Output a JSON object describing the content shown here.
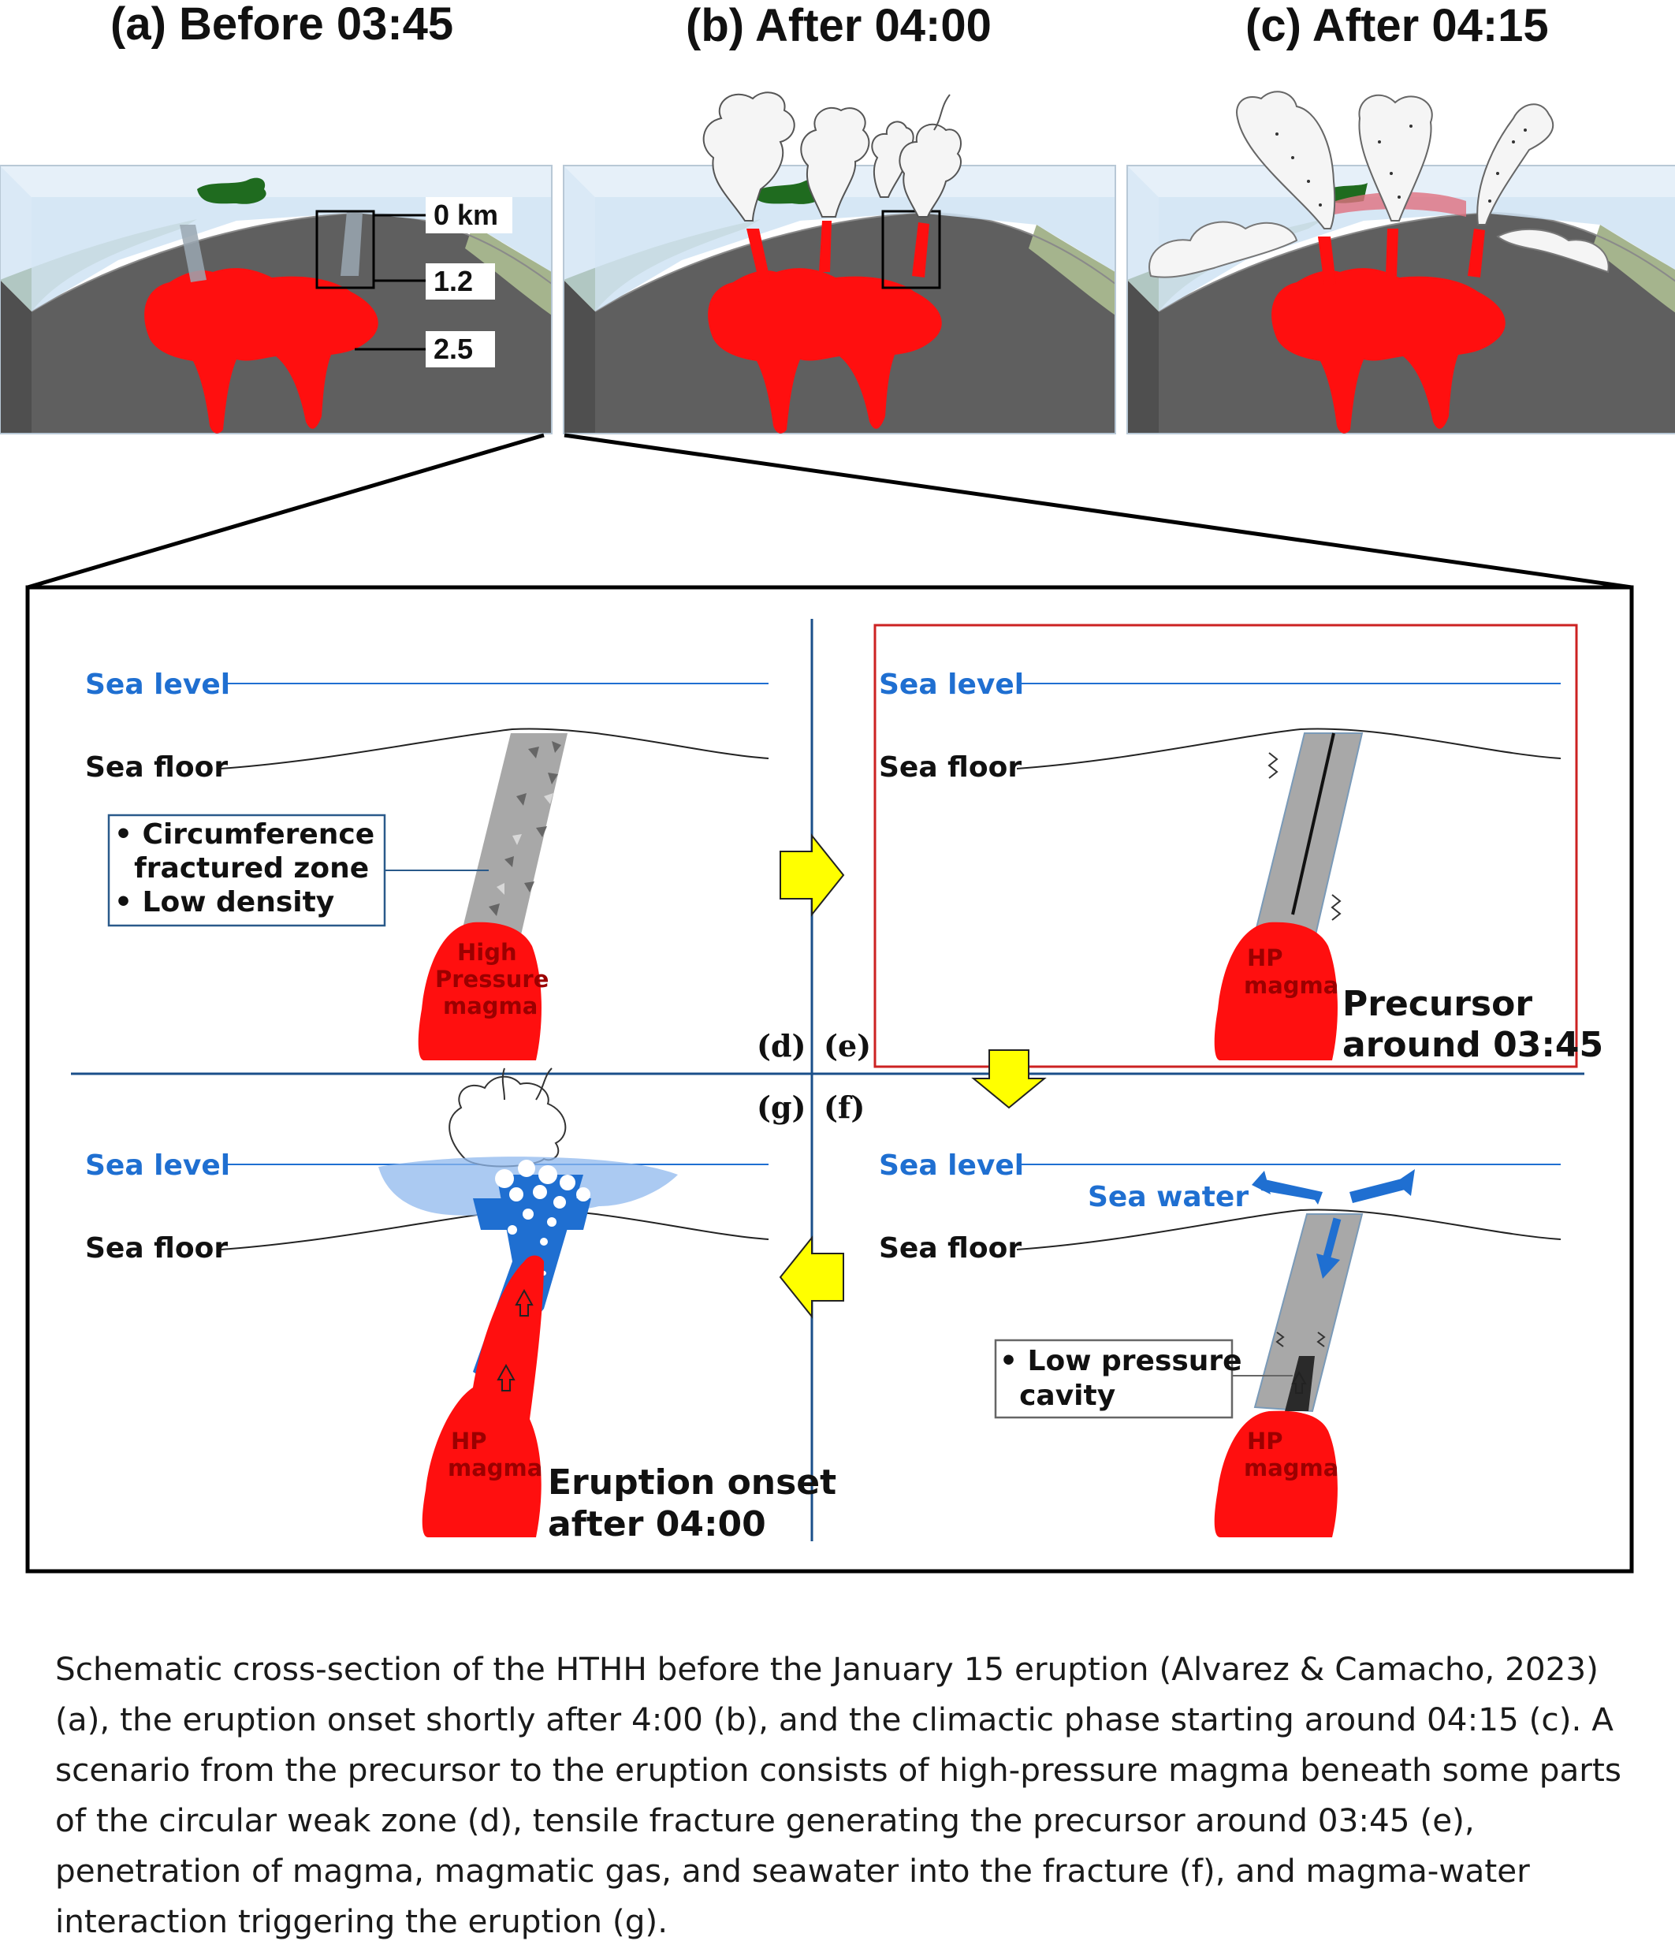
{
  "panels_top": {
    "a": {
      "label": "(a)",
      "title": "Before 03:45"
    },
    "b": {
      "label": "(b)",
      "title": "After 04:00"
    },
    "c": {
      "label": "(c)",
      "title": "After 04:15"
    }
  },
  "depth_labels": [
    "0 km",
    "1.2",
    "2.5"
  ],
  "d": {
    "tag": "(d)",
    "sea_level": "Sea level",
    "sea_floor": "Sea floor",
    "box_lines": [
      "• Circumference",
      "  fractured zone",
      "• Low density"
    ],
    "magma_lines": [
      "High",
      "Pressure",
      "magma"
    ]
  },
  "e": {
    "tag": "(e)",
    "sea_level": "Sea level",
    "sea_floor": "Sea floor",
    "magma_lines": [
      "HP",
      "magma"
    ],
    "note_lines": [
      "Precursor",
      "around 03:45"
    ]
  },
  "f": {
    "tag": "(f)",
    "sea_level": "Sea level",
    "sea_floor": "Sea floor",
    "sea_water": "Sea water",
    "box_lines": [
      "• Low pressure",
      "  cavity"
    ],
    "magma_lines": [
      "HP",
      "magma"
    ]
  },
  "g": {
    "tag": "(g)",
    "sea_level": "Sea level",
    "sea_floor": "Sea floor",
    "magma_lines": [
      "HP",
      "magma"
    ],
    "note_lines": [
      "Eruption onset",
      "after 04:00"
    ]
  },
  "caption": "Schematic cross-section of the HTHH before the January 15 eruption (Alvarez & Camacho, 2023) (a), the eruption onset shortly after 4:00 (b), and the climactic phase starting around 04:15 (c). A scenario from the precursor to the eruption consists of high-pressure magma beneath some parts of the circular weak zone (d), tensile fracture generating the precursor around 03:45 (e), penetration of magma, magmatic gas, and seawater into the fracture (f), and magma-water interaction triggering the eruption (g).",
  "colors": {
    "magma": "#ff0f0f",
    "rock": "#5e5e5e",
    "slope": "#a7b58f",
    "sea": "#cfe3f3",
    "island": "#1f6b1f",
    "sea_label": "#1f6fd1",
    "arrow_yellow": "#ffff00",
    "highlight_box": "#cc2222"
  }
}
